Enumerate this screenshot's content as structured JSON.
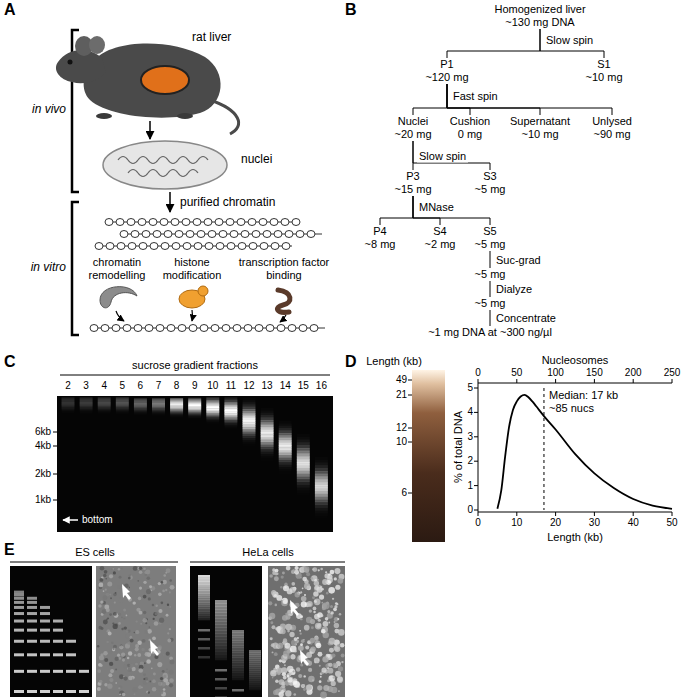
{
  "diagram": {
    "nodes": [
      {
        "text": [
          "Homogenized liver",
          "~130 mg DNA"
        ]
      },
      {
        "text": [
          "P1",
          "~120 mg"
        ]
      },
      {
        "text": [
          "S1",
          "~10 mg"
        ]
      },
      {
        "text": [
          "Nuclei",
          "~20 mg"
        ]
      },
      {
        "text": [
          "Cushion",
          "0 mg"
        ]
      },
      {
        "text": [
          "Supernatant",
          "~10 mg"
        ]
      },
      {
        "text": [
          "Unlysed",
          "~90 mg"
        ]
      },
      {
        "text": [
          "P3",
          "~15 mg"
        ]
      },
      {
        "text": [
          "S3",
          "~5 mg"
        ]
      },
      {
        "text": [
          "P4",
          "~8 mg"
        ]
      },
      {
        "text": [
          "S4",
          "~2 mg"
        ]
      },
      {
        "text": [
          "S5",
          "~5 mg"
        ]
      },
      {
        "text": [
          "~5 mg"
        ]
      },
      {
        "text": [
          "~5 mg"
        ]
      },
      {
        "text": [
          "~1 mg DNA at ~300 ng/µl"
        ]
      }
    ],
    "edges": [
      {
        "from": 0,
        "to": 1,
        "arrow": "none",
        "label": "Slow spin"
      },
      {
        "from": 0,
        "to": 2,
        "arrow": "none"
      },
      {
        "from": 1,
        "to": 3,
        "arrow": "none",
        "label": "Fast spin"
      },
      {
        "from": 1,
        "to": 4,
        "arrow": "none"
      },
      {
        "from": 1,
        "to": 5,
        "arrow": "none"
      },
      {
        "from": 1,
        "to": 6,
        "arrow": "none"
      },
      {
        "from": 3,
        "to": 7,
        "arrow": "none",
        "label": "Slow spin"
      },
      {
        "from": 3,
        "to": 8,
        "arrow": "none"
      },
      {
        "from": 7,
        "to": 9,
        "arrow": "none",
        "label": "MNase"
      },
      {
        "from": 7,
        "to": 10,
        "arrow": "none"
      },
      {
        "from": 7,
        "to": 11,
        "arrow": "none"
      },
      {
        "from": 11,
        "to": 12,
        "arrow": "none",
        "label": "Suc-grad"
      },
      {
        "from": 12,
        "to": 13,
        "arrow": "none",
        "label": "Dialyze"
      },
      {
        "from": 13,
        "to": 14,
        "arrow": "none",
        "label": "Concentrate"
      }
    ],
    "labels": [
      "A",
      "rat liver",
      "nuclei",
      "in vivo",
      "purified chromatin",
      "in vitro",
      "chromatin remodelling",
      "histone modification",
      "transcription factor binding",
      "B",
      "C",
      "sucrose gradient fractions",
      "2",
      "3",
      "4",
      "5",
      "6",
      "7",
      "8",
      "9",
      "10",
      "11",
      "12",
      "13",
      "14",
      "15",
      "16",
      "6kb",
      "4kb",
      "2kb",
      "1kb",
      "bottom",
      "D",
      "Length (kb)",
      "49",
      "21",
      "12",
      "10",
      "6",
      "Nucleosomes",
      "0",
      "50",
      "100",
      "150",
      "200",
      "250",
      "% of total DNA",
      "5",
      "4",
      "3",
      "2",
      "1",
      "0",
      "0",
      "10",
      "20",
      "30",
      "40",
      "50",
      "Length (kb)",
      "Median: 17 kb",
      "~85 nucs",
      "E",
      "ES cells",
      "HeLa cells"
    ]
  }
}
